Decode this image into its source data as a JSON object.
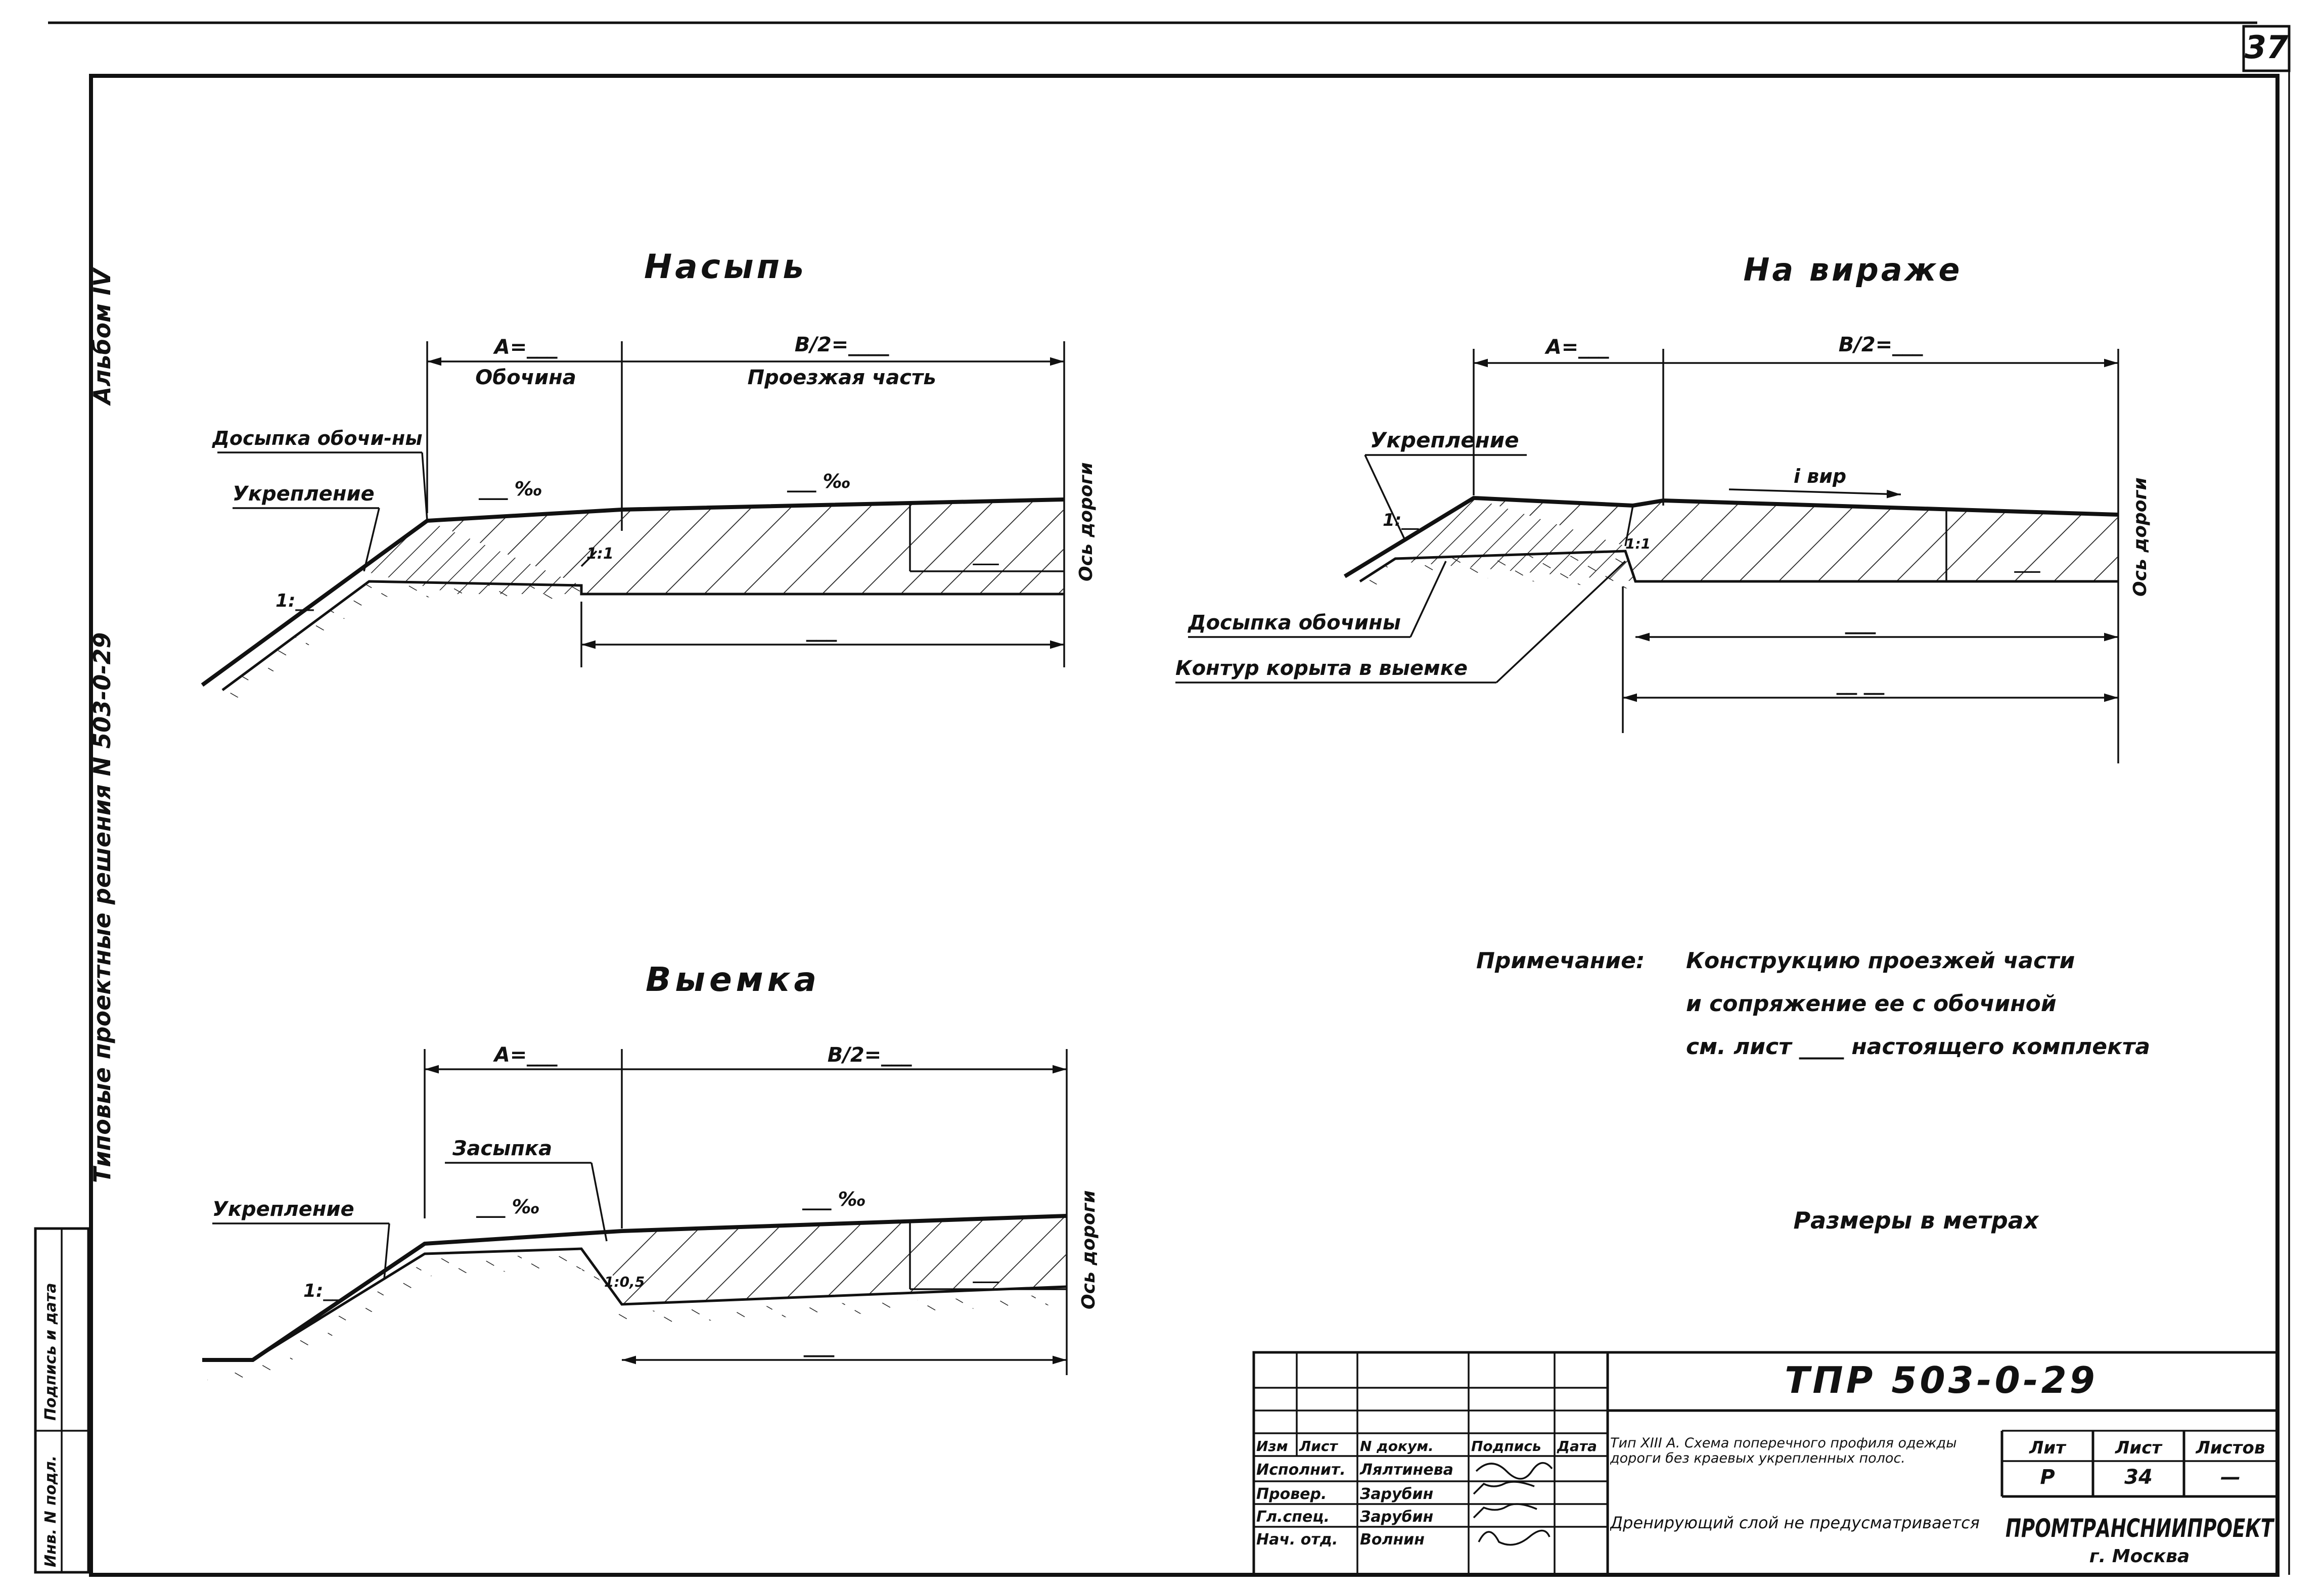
{
  "sheet_number": "37",
  "side_stamp": {
    "album": "Альбом IV",
    "series": "Типовые проектные решения N 503-0-29",
    "signature_date": "Подпись и дата",
    "inv_number": "Инв. N подл."
  },
  "diagrams": {
    "nasyp": {
      "title": "Насыпь",
      "dim_shoulder": "А=___",
      "dim_lane": "В/2=____",
      "label_shoulder": "Обочина",
      "label_lane": "Проезжая часть",
      "label_fill": "Досыпка обочи-ны",
      "label_reinf": "Укрепление",
      "slope_shoulder": "___ ‰",
      "slope_lane": "___ ‰",
      "slope_ratio": "1:__",
      "mini_ratio": "1:1",
      "dim_bottom": "___",
      "layer_dim": "___",
      "axis": "Ось дороги"
    },
    "virazh": {
      "title": "На вираже",
      "dim_shoulder": "А=___",
      "dim_lane": "В/2=___",
      "label_reinf": "Укрепление",
      "label_fill": "Досыпка обочины",
      "label_trough": "Контур корыта в выемке",
      "slope_lane": "i вир",
      "slope_ratio": "1:__",
      "mini_ratio": "1:1",
      "dim_bottom1": "___",
      "dim_bottom2": "__ __",
      "layer_dim": "___",
      "axis": "Ось дороги"
    },
    "vyemka": {
      "title": "Выемка",
      "dim_shoulder": "А=___",
      "dim_lane": "В/2=___",
      "label_reinf": "Укрепление",
      "label_fill": "Засыпка",
      "slope_shoulder": "___ ‰",
      "slope_lane": "___ ‰",
      "slope_ratio": "1:__",
      "ditch_ratio": "1:0,5",
      "dim_bottom": "___",
      "layer_dim": "___",
      "axis": "Ось дороги"
    }
  },
  "note": {
    "label": "Примечание:",
    "lines": [
      "Конструкцию проезжей части",
      "и сопряжение  ее с обочиной",
      "см. лист ____  настоящего комплекта"
    ]
  },
  "dimensions_note": "Размеры в метрах",
  "title_block": {
    "code": "ТПР 503-0-29",
    "headers": [
      "Изм",
      "Лист",
      "N докум.",
      "Подпись",
      "Дата"
    ],
    "roles": [
      {
        "role": "Исполнит.",
        "name": "Лялтинева"
      },
      {
        "role": "Провер.",
        "name": "Зарубин"
      },
      {
        "role": "Гл.спец.",
        "name": "Зарубин"
      },
      {
        "role": "Нач. отд.",
        "name": "Волнин"
      }
    ],
    "description": "Тип XIII А. Схема поперечного профиля одежды дороги без краевых укрепленных полос.",
    "drainage": "Дренирующий слой не предусматривается",
    "stage_header": "Лит",
    "sheet_header": "Лист",
    "sheets_header": "Листов",
    "stage": "Р",
    "sheet": "34",
    "sheets": "—",
    "org": "ПРОМТРАНСНИИПРОЕКТ",
    "city": "г. Москва"
  }
}
